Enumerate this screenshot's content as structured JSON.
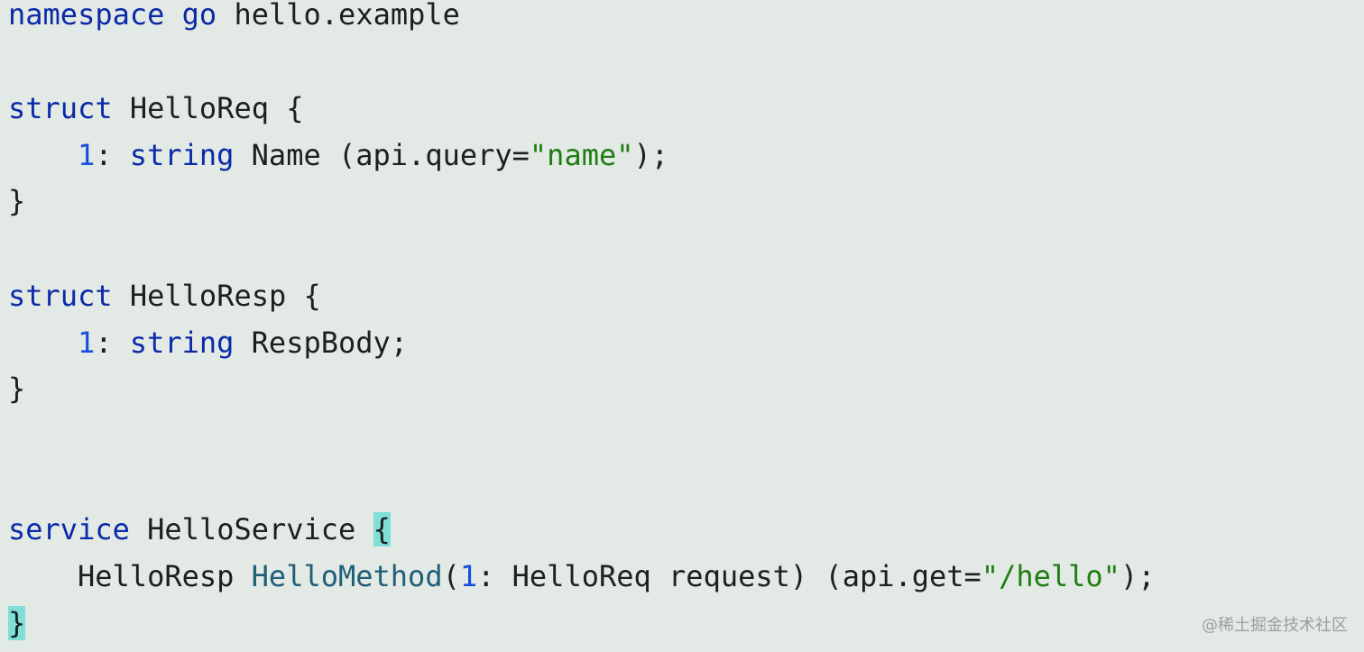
{
  "code": {
    "namespace_kw": "namespace",
    "go_kw": "go",
    "namespace_name": " hello.example",
    "struct_kw": "struct",
    "hello_req": " HelloReq {",
    "field_num": "1",
    "colon": ":",
    "string_kw": "string",
    "name_field": " Name (api.query=",
    "name_str": "\"name\"",
    "close_paren_semi": ");",
    "close_brace": "}",
    "hello_resp": " HelloResp {",
    "resp_body": " RespBody;",
    "service_kw": "service",
    "hello_service": " HelloService ",
    "open_brace": "{",
    "resp_type": "HelloResp ",
    "method_name": "HelloMethod",
    "open_paren": "(",
    "method_args": ": HelloReq request) (api.get=",
    "hello_path": "\"/hello\""
  },
  "watermark": "@稀土掘金技术社区",
  "colors": {
    "keyword": "#0b2aa8",
    "number": "#1750e0",
    "string": "#1f7d12",
    "function": "#1f5e78",
    "brace_highlight": "#7fdfd6",
    "background": "#e3e9e5"
  }
}
